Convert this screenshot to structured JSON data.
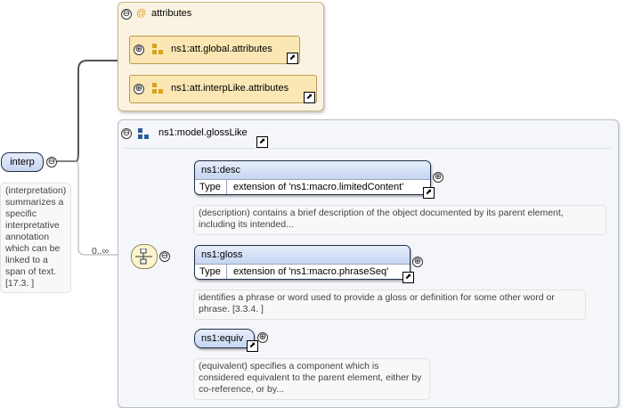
{
  "root": {
    "label": "interp",
    "description": "(interpretation) summarizes a specific interpretative annotation which can be linked to a span of text. [17.3. ]"
  },
  "attributes_group": {
    "toggle": "⊖",
    "at_symbol": "@",
    "label": "attributes",
    "items": [
      {
        "label": "ns1:att.global.attributes"
      },
      {
        "label": "ns1:att.interpLike.attributes"
      }
    ]
  },
  "cardinality": "0..∞",
  "model_group": {
    "label": "ns1:model.glossLike",
    "elements": [
      {
        "name": "ns1:desc",
        "type_key": "Type",
        "type_value": "extension of 'ns1:macro.limitedContent'",
        "description": "(description) contains a brief description of the object documented by its parent element, including its intended..."
      },
      {
        "name": "ns1:gloss",
        "type_key": "Type",
        "type_value": "extension of 'ns1:macro.phraseSeq'",
        "description": "identifies a phrase or word used to provide a gloss or definition for some other word or phrase. [3.3.4. ]"
      },
      {
        "name": "ns1:equiv",
        "description": "(equivalent) specifies a component which is considered equivalent to the parent element, either by co-reference, or by..."
      }
    ]
  },
  "icons": {
    "collapse": "⊖",
    "expand": "⊕",
    "link": "⬈"
  }
}
